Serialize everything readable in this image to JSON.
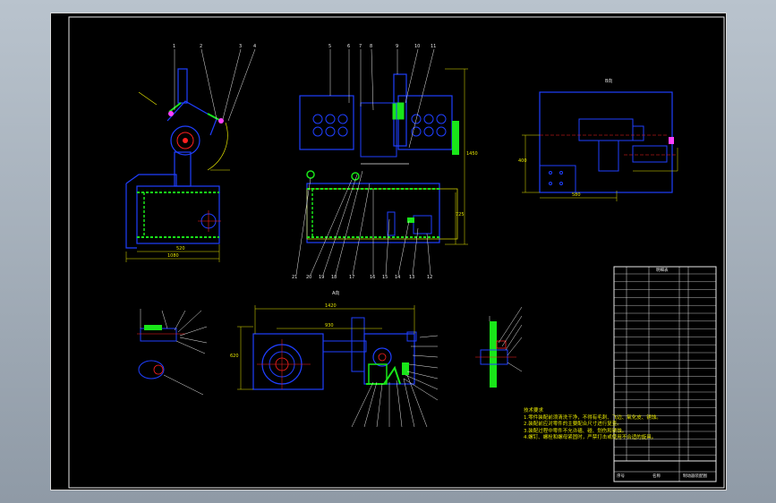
{
  "drawing": {
    "colors": {
      "background": "#000000",
      "frame": "#e8e8e8",
      "blue": "#1f3fff",
      "green": "#19e619",
      "yellow": "#e6e600",
      "red": "#ff2020",
      "white": "#e8e8e8",
      "magenta": "#ff40ff"
    },
    "view_titles": {
      "top_right": "B向",
      "middle": "A向"
    },
    "leader_numbers_top": [
      "1",
      "2",
      "3",
      "4",
      "5",
      "6",
      "7",
      "8",
      "9",
      "10",
      "11"
    ],
    "leader_numbers_bottom": [
      "21",
      "20",
      "19",
      "18",
      "17",
      "16",
      "15",
      "14",
      "13",
      "12"
    ],
    "dimensions": {
      "left_width": "1080",
      "left_inner": "520",
      "right_height": "1450",
      "right_mid": "725",
      "b_view_width": "580",
      "b_view_height": "400",
      "a_view_width": "1420",
      "a_view_inner": "930",
      "a_view_height": "620"
    },
    "notes": {
      "title": "技术要求",
      "lines": [
        "1.零件装配前须清洗干净，不得有毛刺、飞边、氧化皮、锈蚀。",
        "2.装配前应对零件的主要配合尺寸进行复查。",
        "3.装配过程中零件不允许磕、碰、划伤和锈蚀。",
        "4.螺钉、螺栓和螺母紧固时，严禁打击或使用不合适的旋具。"
      ]
    },
    "title_block": {
      "header": "明细表",
      "footer_left": "序号",
      "footer_mid": "名称",
      "footer_right": "制动器装配图"
    }
  }
}
